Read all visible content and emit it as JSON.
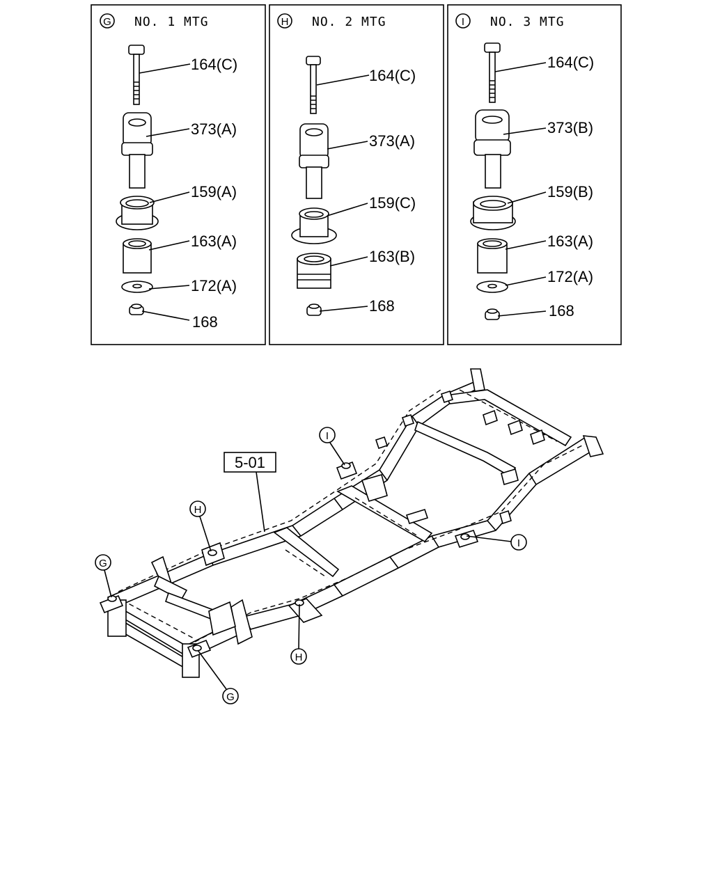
{
  "panels": [
    {
      "marker": "G",
      "title": "NO. 1 MTG",
      "parts": [
        "164(C)",
        "373(A)",
        "159(A)",
        "163(A)",
        "172(A)",
        "168"
      ]
    },
    {
      "marker": "H",
      "title": "NO. 2 MTG",
      "parts": [
        "164(C)",
        "373(A)",
        "159(C)",
        "163(B)",
        "168"
      ]
    },
    {
      "marker": "I",
      "title": "NO. 3 MTG",
      "parts": [
        "164(C)",
        "373(B)",
        "159(B)",
        "163(A)",
        "172(A)",
        "168"
      ]
    }
  ],
  "frame_diagram": {
    "reference_box": "5-01",
    "callouts": [
      "I",
      "H",
      "G",
      "I",
      "H",
      "G"
    ]
  }
}
